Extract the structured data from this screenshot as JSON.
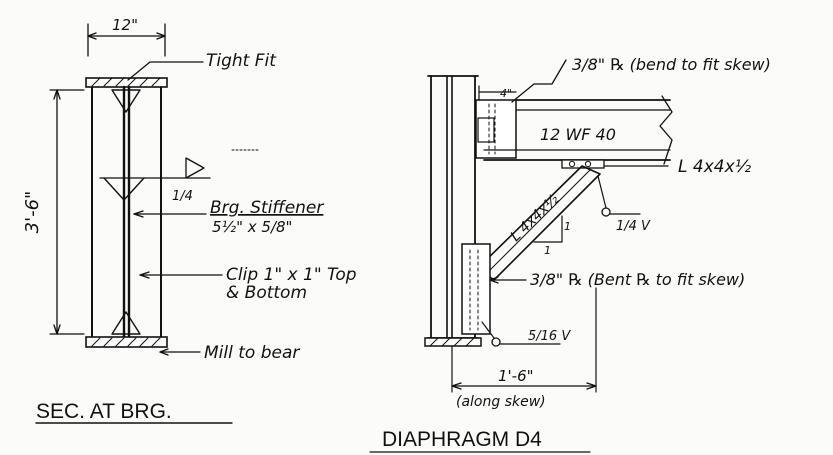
{
  "left_detail": {
    "width_dim": "12\"",
    "tight_fit": "Tight Fit",
    "height_dim": "3'-6\"",
    "weld_size": "1/4",
    "stiffener_label": "Brg. Stiffener",
    "stiffener_size": "5½\" x 5/8\"",
    "clip_line1": "Clip 1\" x 1\" Top",
    "clip_line2": "& Bottom",
    "mill_to_bear": "Mill to bear",
    "caption": "SEC. AT BRG."
  },
  "right_detail": {
    "plate_top_label": "3/8\" ℞ (bend to fit skew)",
    "top_dim": "4\"",
    "beam_label": "12 WF 40",
    "angle_label": "L 4x4x½",
    "brace_label": "L 4x4x½",
    "slope_num": "1",
    "slope_den": "1",
    "weld_right": "1/4 V",
    "plate_bottom_label": "3/8\" ℞ (Bent ℞ to fit skew)",
    "weld_bottom": "5/16 V",
    "bottom_dim": "1'-6\"",
    "along_skew": "(along skew)",
    "caption": "DIAPHRAGM D4"
  }
}
